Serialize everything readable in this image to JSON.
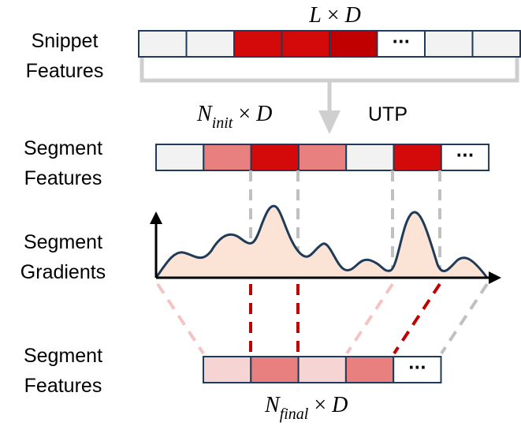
{
  "labels": {
    "snippet_line1": "Snippet",
    "snippet_line2": "Features",
    "segment_line1": "Segment",
    "features_line2": "Features",
    "gradients_line2": "Gradients",
    "utp": "UTP",
    "ellipsis": "···"
  },
  "math": {
    "top": {
      "base": "L",
      "op": " × ",
      "tail": "D"
    },
    "init": {
      "base": "N",
      "sub": "init",
      "op": " × ",
      "tail": "D"
    },
    "final": {
      "base": "N",
      "sub": "final",
      "op": " × ",
      "tail": "D"
    }
  },
  "colors": {
    "grey_cell": "#f2f2f2",
    "red_cell": "#d40a0a",
    "dark_red_cell": "#c00000",
    "mid_red_cell": "#e88080",
    "light_red_cell": "#f7d4d4",
    "white_cell": "#ffffff",
    "cell_border": "#1f3b57",
    "arrow_grey": "#cfcfcf",
    "curve_stroke": "#1f3b57",
    "curve_fill": "#fbe3d6",
    "dash_grey": "#c0c0c0",
    "dash_red": "#c00000",
    "dash_pink": "#f4c4c4"
  },
  "snippet_cells": [
    "grey",
    "grey",
    "red",
    "red",
    "dark_red",
    "ellipsis",
    "grey",
    "grey"
  ],
  "segment_init_cells": [
    "grey",
    "mid_red",
    "red",
    "mid_red",
    "grey",
    "red",
    "ellipsis"
  ],
  "segment_final_cells": [
    "light_red",
    "mid_red",
    "light_red",
    "mid_red",
    "ellipsis"
  ],
  "connectors_upper": [
    "grey",
    "grey",
    "grey",
    "grey"
  ],
  "connectors_lower": [
    "pink",
    "red",
    "red",
    "pink",
    "red",
    "grey"
  ]
}
